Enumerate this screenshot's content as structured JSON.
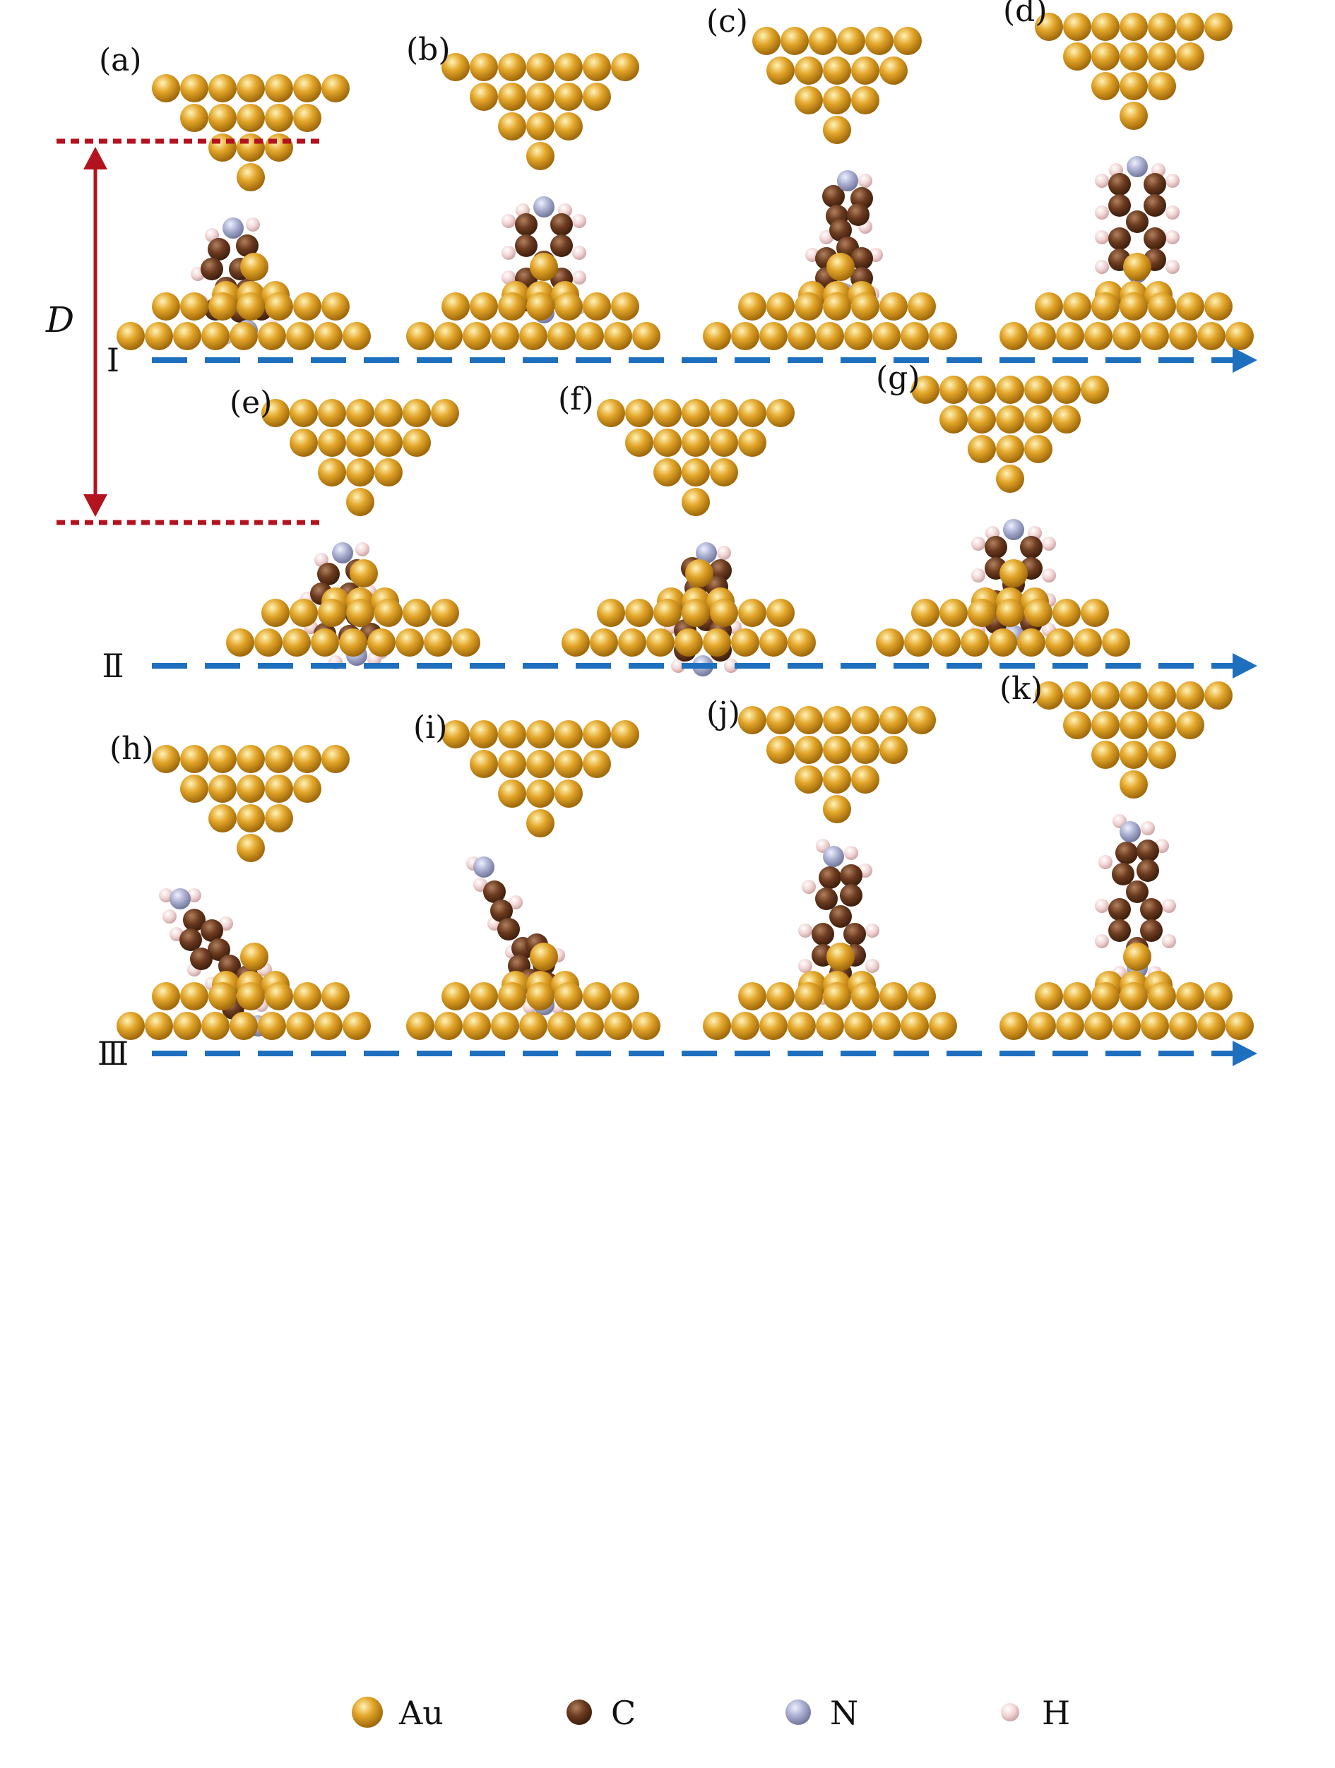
{
  "rows": [
    {
      "roman": "Ⅰ",
      "panels": [
        {
          "label": "(a)",
          "top": [
            7,
            5,
            3,
            1
          ],
          "mol": "tilt"
        },
        {
          "label": "(b)",
          "top": [
            7,
            5,
            3,
            1
          ],
          "mol": "upright"
        },
        {
          "label": "(c)",
          "top": [
            6,
            5,
            3,
            1
          ],
          "mol": "twisted"
        },
        {
          "label": "(d)",
          "top": [
            7,
            5,
            3,
            1
          ],
          "mol": "upright"
        }
      ]
    },
    {
      "roman": "Ⅱ",
      "panels": [
        {
          "label": "(e)",
          "top": [
            7,
            5,
            3,
            1
          ],
          "mol": "tilt"
        },
        {
          "label": "(f)",
          "top": [
            7,
            5,
            3,
            1
          ],
          "mol": "twisted"
        },
        {
          "label": "(g)",
          "top": [
            7,
            5,
            3,
            1
          ],
          "mol": "upright"
        }
      ]
    },
    {
      "roman": "Ⅲ",
      "panels": [
        {
          "label": "(h)",
          "top": [
            7,
            5,
            3,
            1
          ],
          "mol": "diagonal"
        },
        {
          "label": "(i)",
          "top": [
            7,
            5,
            3,
            1
          ],
          "mol": "diagonal-steep"
        },
        {
          "label": "(j)",
          "top": [
            7,
            5,
            3,
            1
          ],
          "mol": "upright-amine"
        },
        {
          "label": "(k)",
          "top": [
            7,
            5,
            3,
            1
          ],
          "mol": "upright-amine"
        }
      ]
    }
  ],
  "distance_label": "D",
  "legend": [
    {
      "symbol": "Au",
      "color": "#d4960f"
    },
    {
      "symbol": "C",
      "color": "#6b3a1f"
    },
    {
      "symbol": "N",
      "color": "#a9aed0"
    },
    {
      "symbol": "H",
      "color": "#f2d4d4"
    }
  ],
  "colors": {
    "arrow": "#1f6fbf",
    "marker": "#b3121f",
    "gold": "#d4960f",
    "carbon": "#6b3a1f",
    "nitrogen": "#a9aed0",
    "hydrogen": "#f2d4d4"
  }
}
